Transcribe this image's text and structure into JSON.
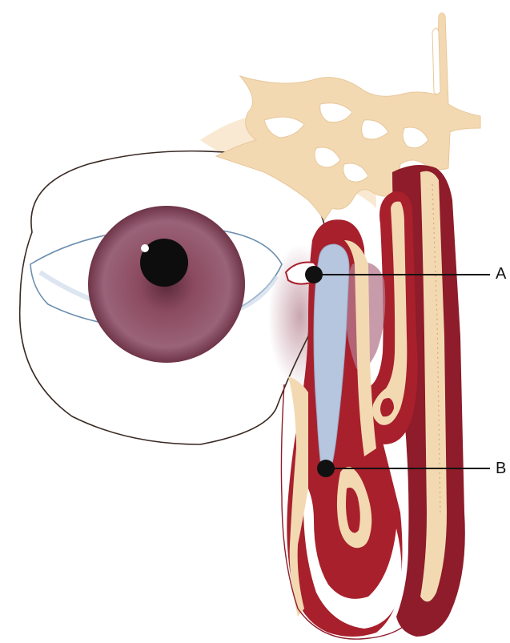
{
  "labels": {
    "a": "A",
    "b": "B"
  },
  "colors": {
    "tissue_red": "#a8202c",
    "tissue_red_dark": "#8e1c2a",
    "bone_tan": "#f3d9b1",
    "lacrimal_blue": "#b6c6de",
    "iris": "#8b4a5f",
    "outline": "#3a2a24",
    "pointer": "#111111"
  },
  "icons": {
    "marker": "black-dot-marker"
  }
}
